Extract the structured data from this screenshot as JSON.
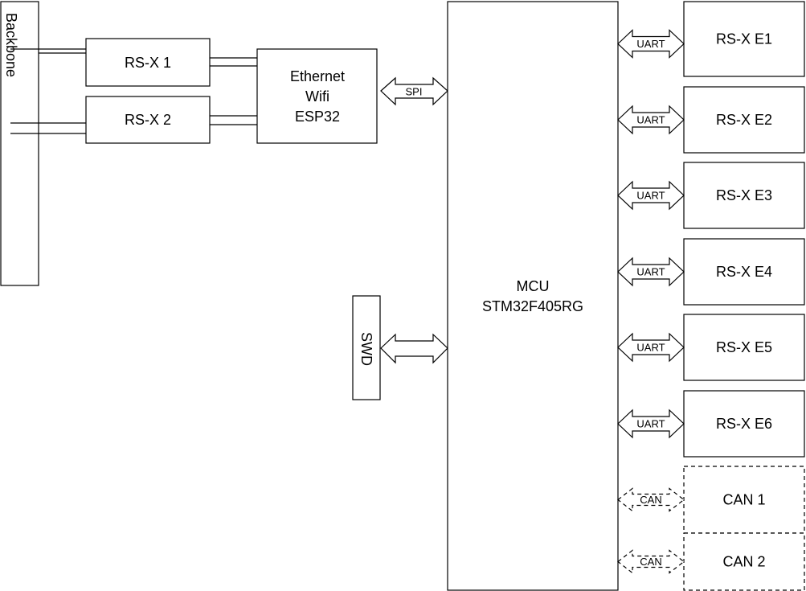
{
  "backbone": {
    "label": "Backbone"
  },
  "rs_x_1": {
    "label": "RS-X 1"
  },
  "rs_x_2": {
    "label": "RS-X 2"
  },
  "esp": {
    "line1": "Ethernet",
    "line2": "Wifi",
    "line3": "ESP32"
  },
  "spi": {
    "label": "SPI"
  },
  "swd": {
    "label": "SWD"
  },
  "mcu": {
    "line1": "MCU",
    "line2": "STM32F405RG"
  },
  "uart_label": "UART",
  "can_label": "CAN",
  "ports": [
    {
      "label": "RS-X E1",
      "link": "UART"
    },
    {
      "label": "RS-X E2",
      "link": "UART"
    },
    {
      "label": "RS-X E3",
      "link": "UART"
    },
    {
      "label": "RS-X E4",
      "link": "UART"
    },
    {
      "label": "RS-X E5",
      "link": "UART"
    },
    {
      "label": "RS-X E6",
      "link": "UART"
    },
    {
      "label": "CAN 1",
      "link": "CAN"
    },
    {
      "label": "CAN 2",
      "link": "CAN"
    }
  ]
}
